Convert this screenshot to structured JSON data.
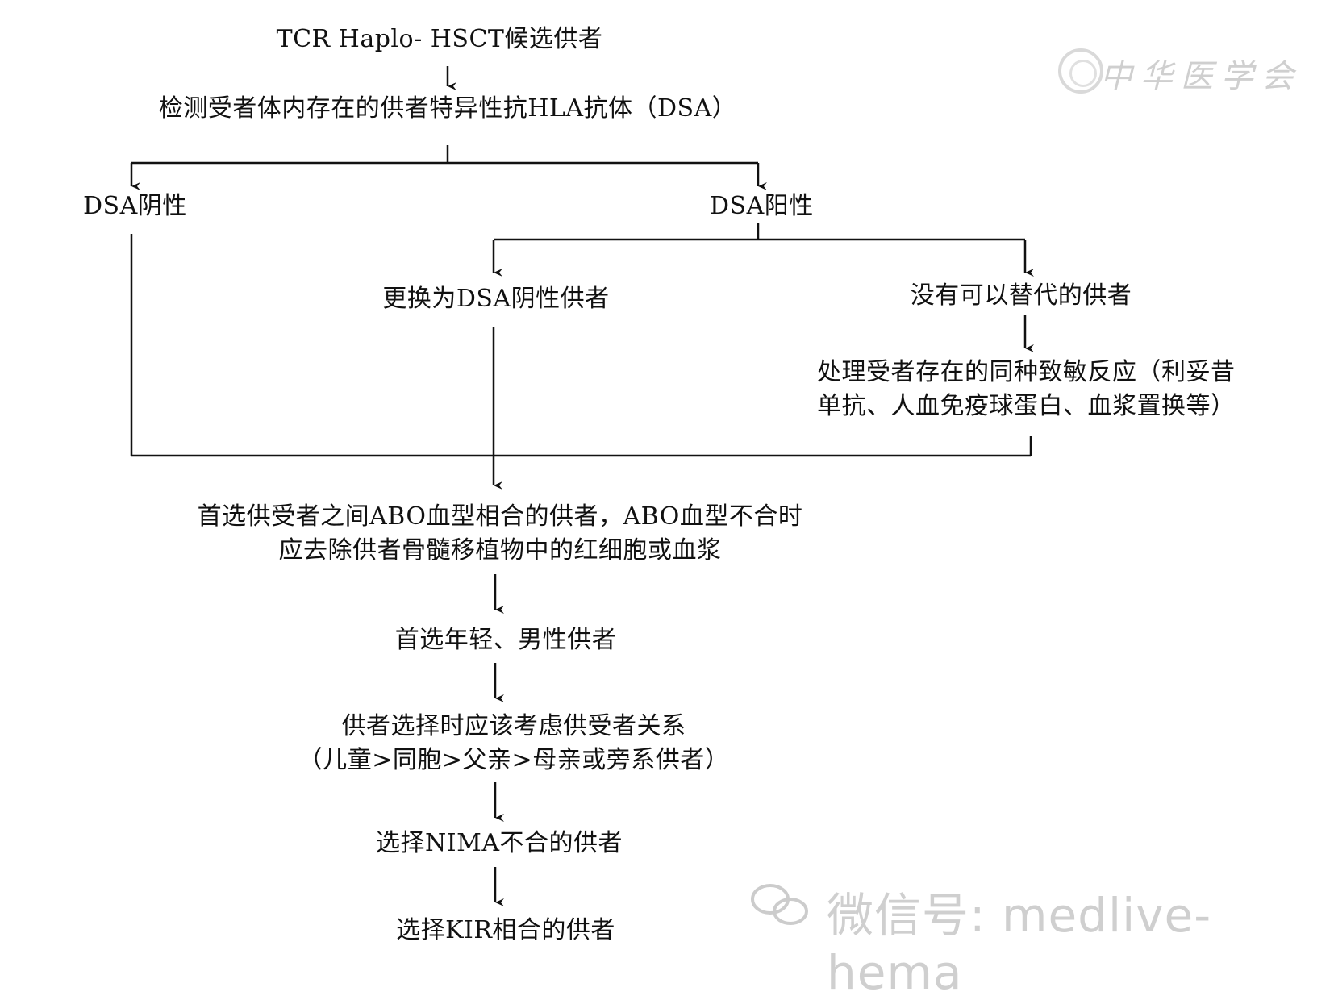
{
  "nodes": {
    "start": "TCR Haplo- HSCT候选供者",
    "dsa_test": "检测受者体内存在的供者特异性抗HLA抗体（DSA）",
    "dsa_negative": "DSA阴性",
    "dsa_positive": "DSA阳性",
    "change_donor": "更换为DSA阴性供者",
    "no_alternative": "没有可以替代的供者",
    "treat_line1": "处理受者存在的同种致敏反应（利妥昔",
    "treat_line2": "单抗、人血免疫球蛋白、血浆置换等）",
    "abo_line1": "首选供受者之间ABO血型相合的供者，ABO血型不合时",
    "abo_line2": "应去除供者骨髓移植物中的红细胞或血浆",
    "young_male": "首选年轻、男性供者",
    "relation_line1": "供者选择时应该考虑供受者关系",
    "relation_line2": "（儿童>同胞>父亲>母亲或旁系供者）",
    "nima": "选择NIMA不合的供者",
    "kir": "选择KIR相合的供者"
  },
  "watermark": {
    "top_right": "中华医学会",
    "bottom": "微信号: medlive-hema"
  }
}
